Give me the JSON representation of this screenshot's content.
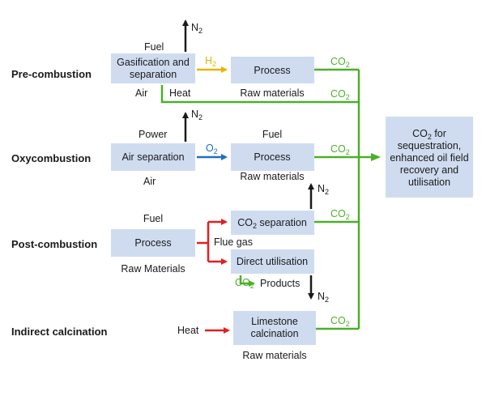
{
  "rows": {
    "pre": "Pre-combustion",
    "oxy": "Oxycombustion",
    "post": "Post-combustion",
    "indirect": "Indirect calcination"
  },
  "boxes": {
    "gasification_1": "Gasification and",
    "gasification_2": "separation",
    "process_pre": "Process",
    "air_separation": "Air separation",
    "process_oxy": "Process",
    "co2_separation_main": "CO",
    "co2_separation_sub": "2",
    "co2_separation_rest": " separation",
    "process_post": "Process",
    "direct_utilisation": "Direct utilisation",
    "limestone_1": "Limestone",
    "limestone_2": "calcination",
    "sequestration_1": "CO",
    "sequestration_1_sub": "2",
    "sequestration_1_rest": " for",
    "sequestration_2": "sequestration,",
    "sequestration_3": "enhanced oil field",
    "sequestration_4": "recovery and",
    "sequestration_5": "utilisation"
  },
  "labels": {
    "fuel_pre": "Fuel",
    "air_pre": "Air",
    "heat_pre": "Heat",
    "raw_pre": "Raw materials",
    "power_oxy": "Power",
    "air_oxy": "Air",
    "fuel_oxy": "Fuel",
    "raw_oxy": "Raw materials",
    "fuel_post": "Fuel",
    "raw_post": "Raw Materials",
    "flue_gas": "Flue gas",
    "products": "Products",
    "heat_indirect": "Heat",
    "raw_indirect": "Raw materials"
  },
  "gases": {
    "n2": "N",
    "n2_sub": "2",
    "h2": "H",
    "h2_sub": "2",
    "o2": "O",
    "o2_sub": "2",
    "co2": "CO",
    "co2_sub": "2"
  },
  "colors": {
    "box": "#cfdcf0",
    "co2_line": "#4caf2a",
    "h2_arrow": "#e8b400",
    "o2_arrow": "#1f6fc1",
    "flue_arrow": "#e02020",
    "n2_arrow": "#1a1a1a"
  }
}
